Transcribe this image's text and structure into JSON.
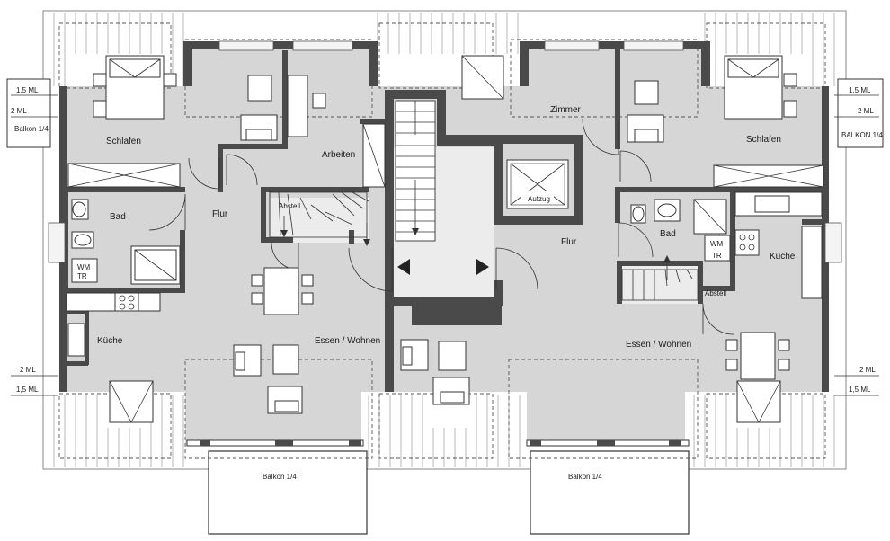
{
  "rooms": {
    "schlafen_left": "Schlafen",
    "arbeiten": "Arbeiten",
    "flur_left": "Flur",
    "abstell_left": "Abstell",
    "bad_left": "Bad",
    "wmtr_left_1": "WM",
    "wmtr_left_2": "TR",
    "kueche_left": "Küche",
    "essen_wohnen_left": "Essen / Wohnen",
    "zimmer": "Zimmer",
    "aufzug": "Aufzug",
    "flur_right": "Flur",
    "schlafen_right": "Schlafen",
    "bad_right": "Bad",
    "wmtr_right_1": "WM",
    "wmtr_right_2": "TR",
    "kueche_right": "Küche",
    "abstell_right": "Abstell",
    "essen_wohnen_right": "Essen / Wohnen"
  },
  "balconies": {
    "left_side": "Balkon 1/4",
    "right_side": "BALKON 1/4",
    "bottom_left": "Balkon 1/4",
    "bottom_right": "Balkon 1/4"
  },
  "markers": {
    "top_left_15": "1,5 ML",
    "top_left_2": "2 ML",
    "top_right_15": "1,5 ML",
    "top_right_2": "2 ML",
    "bottom_left_2": "2 ML",
    "bottom_left_15": "1,5 ML",
    "bottom_right_2": "2 ML",
    "bottom_right_15": "1,5 ML"
  },
  "colors": {
    "wall": "#4a4a4a",
    "floor": "#d6d6d6",
    "stair_core": "#ececec"
  }
}
